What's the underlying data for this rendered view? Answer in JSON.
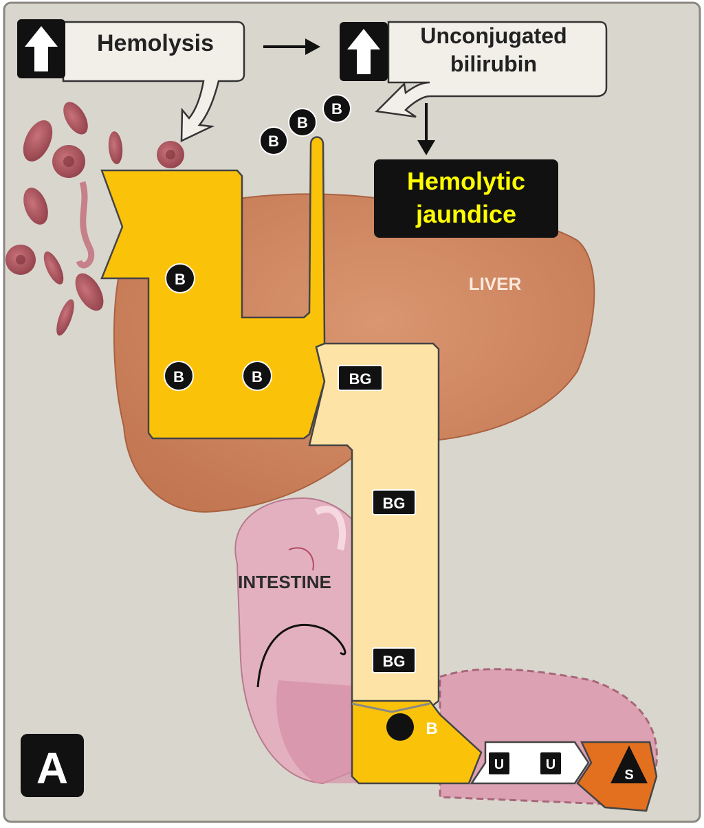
{
  "texts": {
    "hemolysis": "Hemolysis",
    "unconjugated_line1": "Unconjugated",
    "unconjugated_line2": "bilirubin",
    "result_line1": "Hemolytic",
    "result_line2": "jaundice",
    "liver": "LIVER",
    "intestine": "INTESTINE",
    "panel_letter": "A",
    "b": "B",
    "bg": "BG",
    "u": "U",
    "s": "S"
  },
  "colors": {
    "background": "#d9d6ce",
    "liver": "#c98058",
    "unconjugated_path": "#fbc20a",
    "conjugated_path": "#fde3a5",
    "stercobilin": "#e2701f",
    "rbc": "#a8505a",
    "intestine": "#e3b0c0",
    "result_text": "#ffff00"
  }
}
